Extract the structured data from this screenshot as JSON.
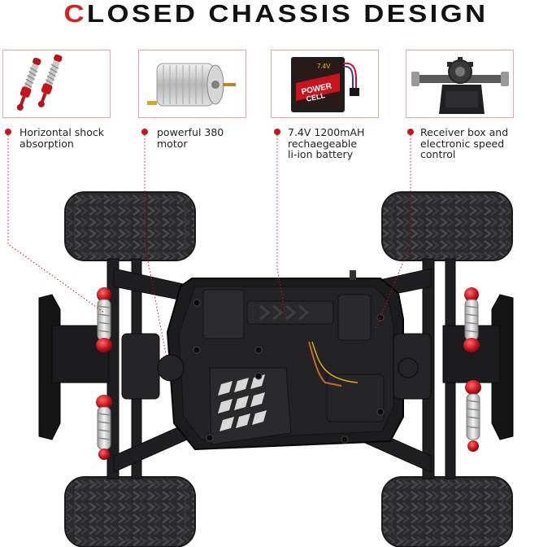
{
  "title": {
    "first_letter": "C",
    "rest": "LOSED CHASSIS DESIGN"
  },
  "features": [
    {
      "label_line1": "Horizontal shock",
      "label_line2": "absorption",
      "label_line3": "",
      "icon": "shock-absorber-icon"
    },
    {
      "label_line1": "powerful 380",
      "label_line2": "motor",
      "label_line3": "",
      "icon": "motor-icon"
    },
    {
      "label_line1": "7.4V 1200mAH",
      "label_line2": "rechaegeable",
      "label_line3": "li-ion battery",
      "icon": "battery-icon"
    },
    {
      "label_line1": "Receiver box and",
      "label_line2": "electronic speed",
      "label_line3": "control",
      "icon": "gearbox-icon"
    }
  ],
  "battery_label": {
    "brand_line1": "POWER",
    "brand_line2": "CELL",
    "spec": "7.4V"
  },
  "colors": {
    "accent": "#c8141c",
    "panel_border": "#e7a5a5",
    "chassis": "#1c1c1e",
    "tire": "#2a2a2c",
    "shock_red": "#b5161d"
  }
}
